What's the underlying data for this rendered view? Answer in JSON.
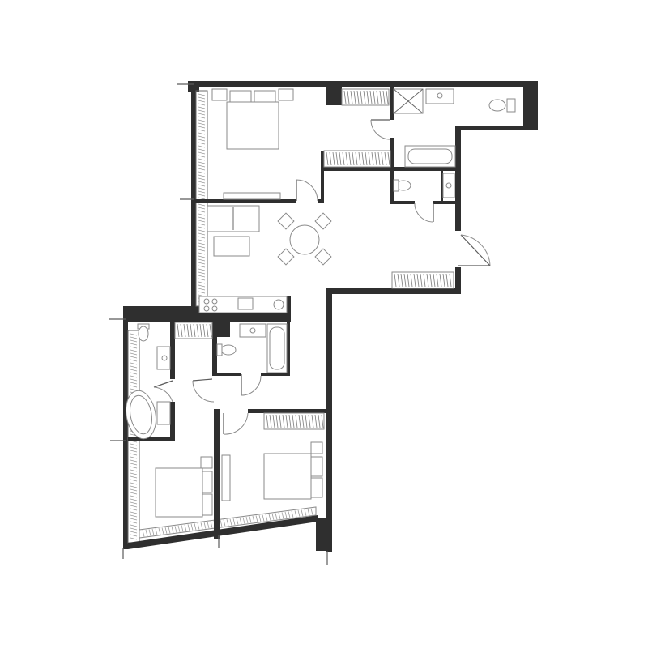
{
  "plan": {
    "wall_color": "#2f2f2f",
    "line_color": "#8a8a8a",
    "background": "#ffffff",
    "rooms": [
      {
        "id": "master-bedroom",
        "icon": "double-bed-icon"
      },
      {
        "id": "living-dining",
        "icon": "dining-table-icon"
      },
      {
        "id": "bathroom-master",
        "icon": "bathtub-icon"
      },
      {
        "id": "wc-small",
        "icon": "toilet-icon"
      },
      {
        "id": "bathroom-shared",
        "icon": "bathtub-icon"
      },
      {
        "id": "bathroom-ensuite",
        "icon": "oval-bathtub-icon"
      },
      {
        "id": "bedroom-2",
        "icon": "double-bed-icon"
      },
      {
        "id": "bedroom-3",
        "icon": "double-bed-icon"
      }
    ]
  }
}
